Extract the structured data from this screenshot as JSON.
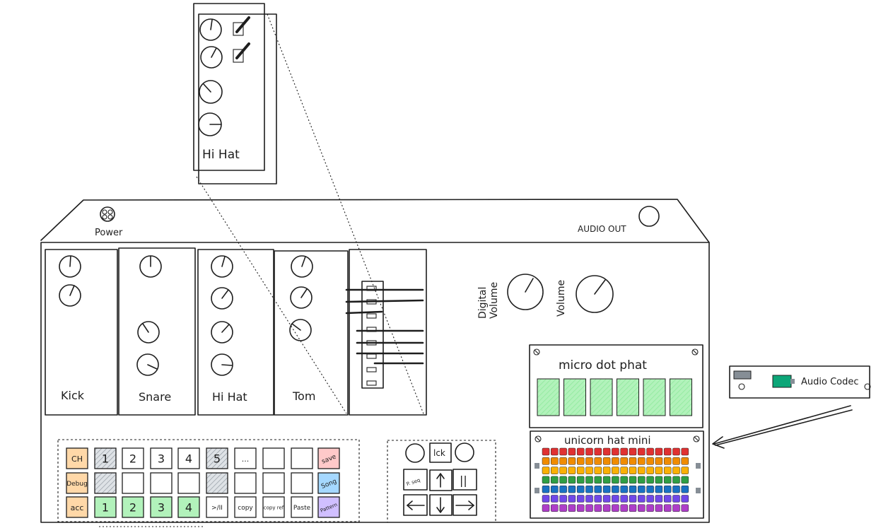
{
  "hihat_detail": {
    "label": "Hi Hat"
  },
  "enclosure": {
    "power_label": "Power",
    "audio_out_label": "AUDIO OUT"
  },
  "channels": [
    {
      "label": "Kick"
    },
    {
      "label": "Snare"
    },
    {
      "label": "Hi Hat"
    },
    {
      "label": "Tom"
    }
  ],
  "volume": {
    "digital_label": "Digital\nVolume",
    "label": "Volume"
  },
  "micro_dot": {
    "title": "micro dot phat",
    "color": "#b2f2bb"
  },
  "unicorn": {
    "title": "unicorn hat mini",
    "row_colors": [
      "#e03131",
      "#f08c00",
      "#fab005",
      "#2f9e44",
      "#1971c2",
      "#7048e8",
      "#ae3ec9"
    ]
  },
  "codec": {
    "label": "Audio Codec",
    "accent": "#0ca678"
  },
  "pad_grid": {
    "rows": [
      [
        {
          "label": "CH",
          "fill": "#ffd8a8"
        },
        {
          "label": "1",
          "fill": "#ced4da"
        },
        {
          "label": "2",
          "fill": ""
        },
        {
          "label": "3",
          "fill": ""
        },
        {
          "label": "4",
          "fill": ""
        },
        {
          "label": "5",
          "fill": "#ced4da"
        },
        {
          "label": "...",
          "fill": ""
        },
        {
          "label": "",
          "fill": ""
        },
        {
          "label": "",
          "fill": ""
        },
        {
          "label": "save",
          "fill": "#ffc9c9"
        }
      ],
      [
        {
          "label": "Debug",
          "fill": "#ffd8a8"
        },
        {
          "label": "",
          "fill": "#ced4da"
        },
        {
          "label": "",
          "fill": ""
        },
        {
          "label": "",
          "fill": ""
        },
        {
          "label": "",
          "fill": ""
        },
        {
          "label": "",
          "fill": "#ced4da"
        },
        {
          "label": "",
          "fill": ""
        },
        {
          "label": "",
          "fill": ""
        },
        {
          "label": "",
          "fill": ""
        },
        {
          "label": "Song",
          "fill": "#a5d8ff"
        }
      ],
      [
        {
          "label": "acc",
          "fill": "#ffd8a8"
        },
        {
          "label": "1",
          "fill": "#b2f2bb"
        },
        {
          "label": "2",
          "fill": "#b2f2bb"
        },
        {
          "label": "3",
          "fill": "#b2f2bb"
        },
        {
          "label": "4",
          "fill": "#b2f2bb"
        },
        {
          "label": ">/II",
          "fill": ""
        },
        {
          "label": "copy",
          "fill": ""
        },
        {
          "label": "copy ref",
          "fill": ""
        },
        {
          "label": "Paste",
          "fill": ""
        },
        {
          "label": "Pattern",
          "fill": "#d0bfff"
        }
      ]
    ]
  },
  "nav_pad": {
    "lck_label": "lck",
    "pseq_label": "P. seq",
    "pause_label": "||"
  }
}
